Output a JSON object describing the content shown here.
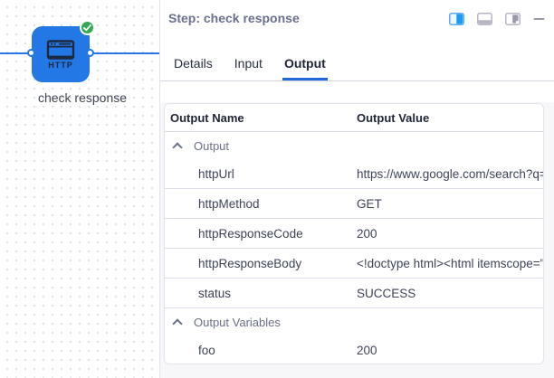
{
  "canvas": {
    "node": {
      "type_label": "HTTP",
      "label": "check response",
      "status": "success"
    }
  },
  "panel": {
    "title": "Step: check response",
    "window_controls": {
      "split_view": "split-view-layout",
      "bottom_panel": "bottom-panel-layout",
      "right_panel": "right-panel-layout",
      "minimize": "minimize"
    },
    "tabs": {
      "items": [
        {
          "label": "Details",
          "active": false
        },
        {
          "label": "Input",
          "active": false
        },
        {
          "label": "Output",
          "active": true
        }
      ]
    },
    "table": {
      "columns": [
        {
          "label": "Output Name"
        },
        {
          "label": "Output Value"
        }
      ],
      "rows": [
        {
          "type": "group",
          "name": "Output",
          "value": "",
          "divider": false
        },
        {
          "type": "item",
          "name": "httpUrl",
          "value": "https://www.google.com/search?q=",
          "divider": true
        },
        {
          "type": "item",
          "name": "httpMethod",
          "value": "GET",
          "divider": true
        },
        {
          "type": "item",
          "name": "httpResponseCode",
          "value": "200",
          "divider": true
        },
        {
          "type": "item",
          "name": "httpResponseBody",
          "value": "<!doctype html><html itemscope=\"",
          "divider": true
        },
        {
          "type": "item",
          "name": "status",
          "value": "SUCCESS",
          "divider": true
        },
        {
          "type": "group",
          "name": "Output Variables",
          "value": "",
          "divider": false
        },
        {
          "type": "item",
          "name": "foo",
          "value": "200",
          "divider": false
        }
      ]
    }
  },
  "colors": {
    "accent_blue": "#2478e5",
    "active_tab_underline": "#2368d8",
    "success_green": "#34a853",
    "table_backdrop": "#f7f7fa"
  }
}
